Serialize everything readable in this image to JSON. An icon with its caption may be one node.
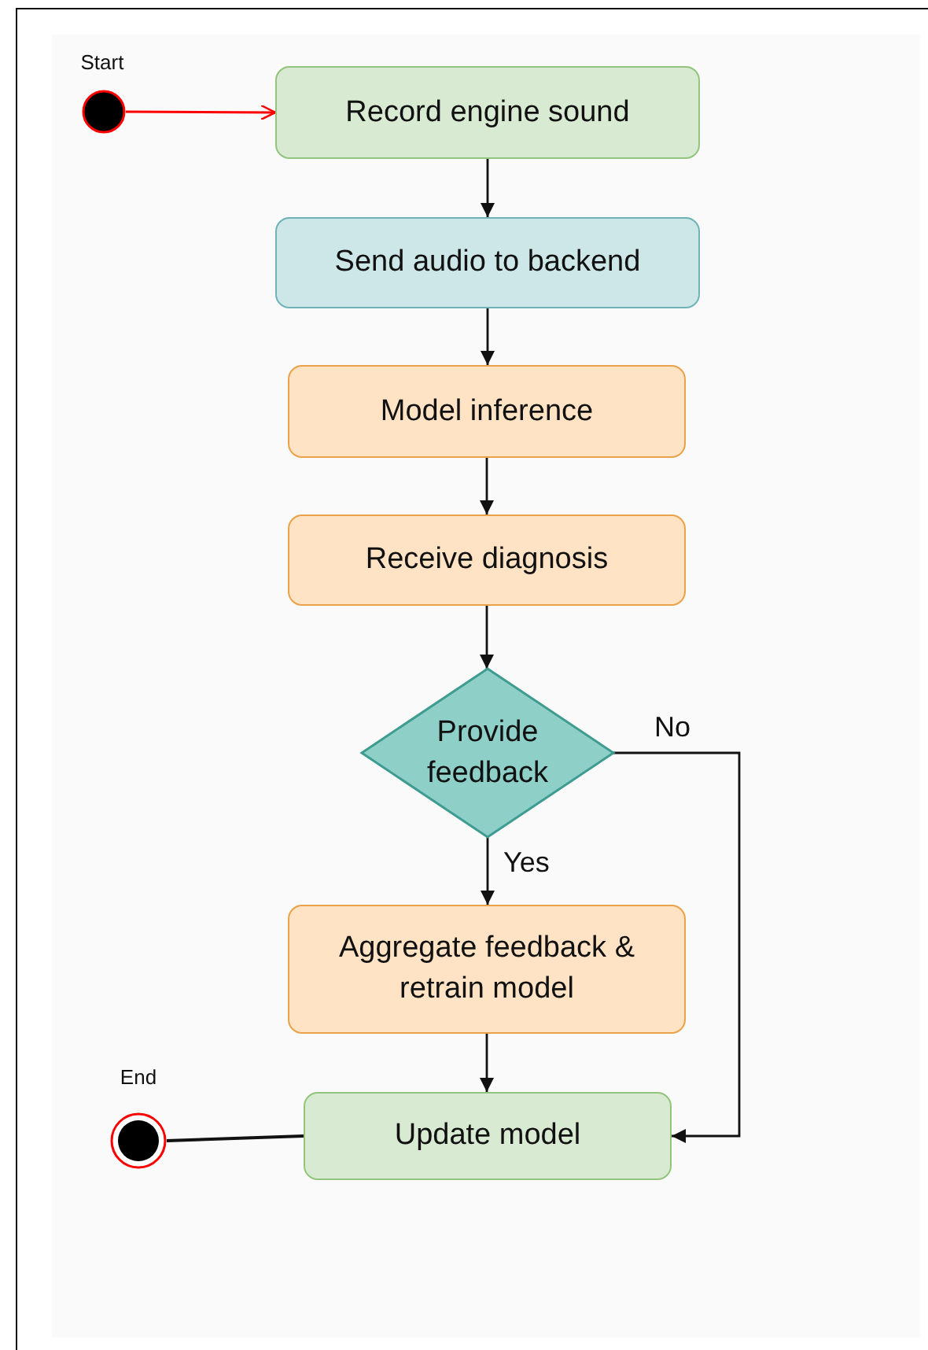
{
  "diagram": {
    "nodes": [
      {
        "text": [],
        "shape": "circle",
        "beside": [
          "Start"
        ]
      },
      {
        "text": [
          "Record engine sound"
        ]
      },
      {
        "text": [
          "Send audio to backend"
        ]
      },
      {
        "text": [
          "Model inference"
        ]
      },
      {
        "text": [
          "Receive diagnosis"
        ]
      },
      {
        "text": [
          "Provide feedback"
        ]
      },
      {
        "text": [
          "Aggregate feedback & retrain model"
        ]
      },
      {
        "text": [
          "Update model"
        ]
      },
      {
        "text": [],
        "shape": "circle",
        "beside": [
          "End"
        ]
      }
    ],
    "edges": [
      {
        "from": 0,
        "to": 1,
        "arrow": "to",
        "color": "#ff0000"
      },
      {
        "from": 1,
        "to": 2,
        "arrow": "to"
      },
      {
        "from": 2,
        "to": 3,
        "arrow": "to"
      },
      {
        "from": 3,
        "to": 4,
        "arrow": "to"
      },
      {
        "from": 4,
        "to": 5,
        "arrow": "to"
      },
      {
        "from": 5,
        "to": 6,
        "arrow": "to",
        "label": "Yes"
      },
      {
        "from": 5,
        "to": 7,
        "arrow": "to",
        "label": "No"
      },
      {
        "from": 6,
        "to": 7,
        "arrow": "to"
      },
      {
        "from": 7,
        "to": 8,
        "arrow": "none"
      }
    ]
  }
}
